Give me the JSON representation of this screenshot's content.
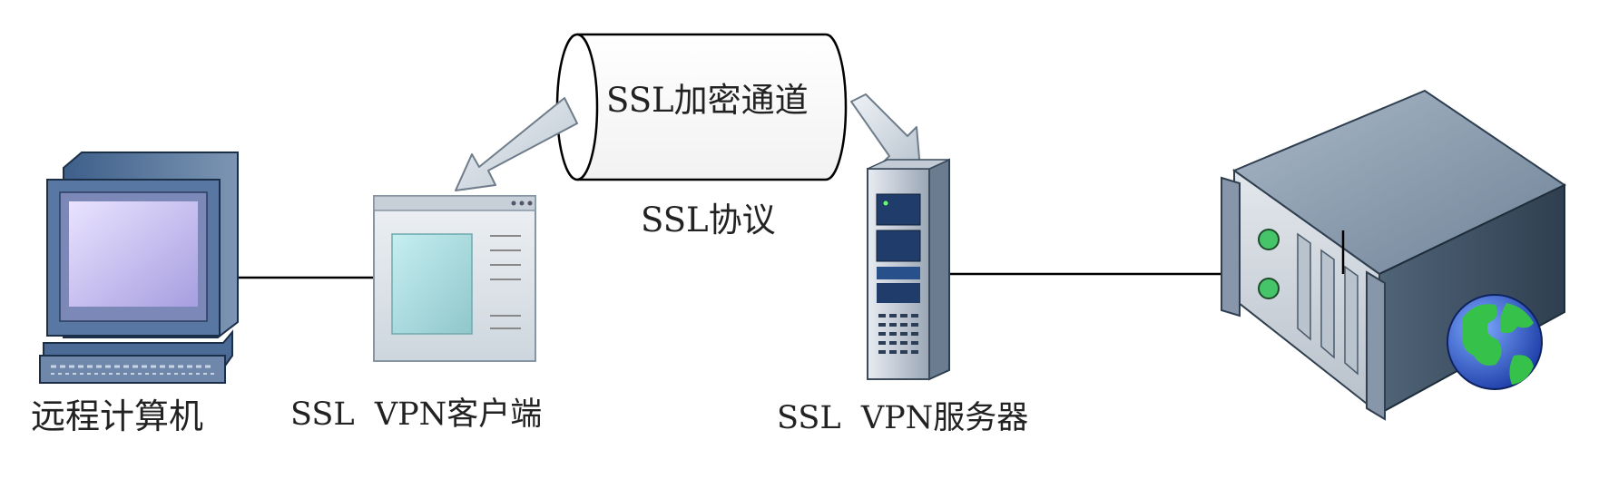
{
  "nodes": {
    "remote_computer": {
      "label": "远程计算机",
      "icon": "desktop-computer-icon"
    },
    "vpn_client": {
      "label": "SSL  VPN客户端",
      "icon": "application-window-icon"
    },
    "vpn_server": {
      "label": "SSL  VPN服务器",
      "icon": "tower-server-icon"
    },
    "web_server": {
      "label": "",
      "icon": "rack-server-globe-icon"
    }
  },
  "tunnel": {
    "label": "SSL加密通道",
    "shape": "cylinder"
  },
  "protocol": {
    "label": "SSL协议"
  },
  "colors": {
    "line": "#000000",
    "arrow_fill": "#d6dde6",
    "monitor_screen": "#b8aee8",
    "window_panel": "#9fd3d6",
    "server_body": "#5e7288",
    "globe_blue": "#2a56c8",
    "globe_green": "#2bbf3a"
  }
}
